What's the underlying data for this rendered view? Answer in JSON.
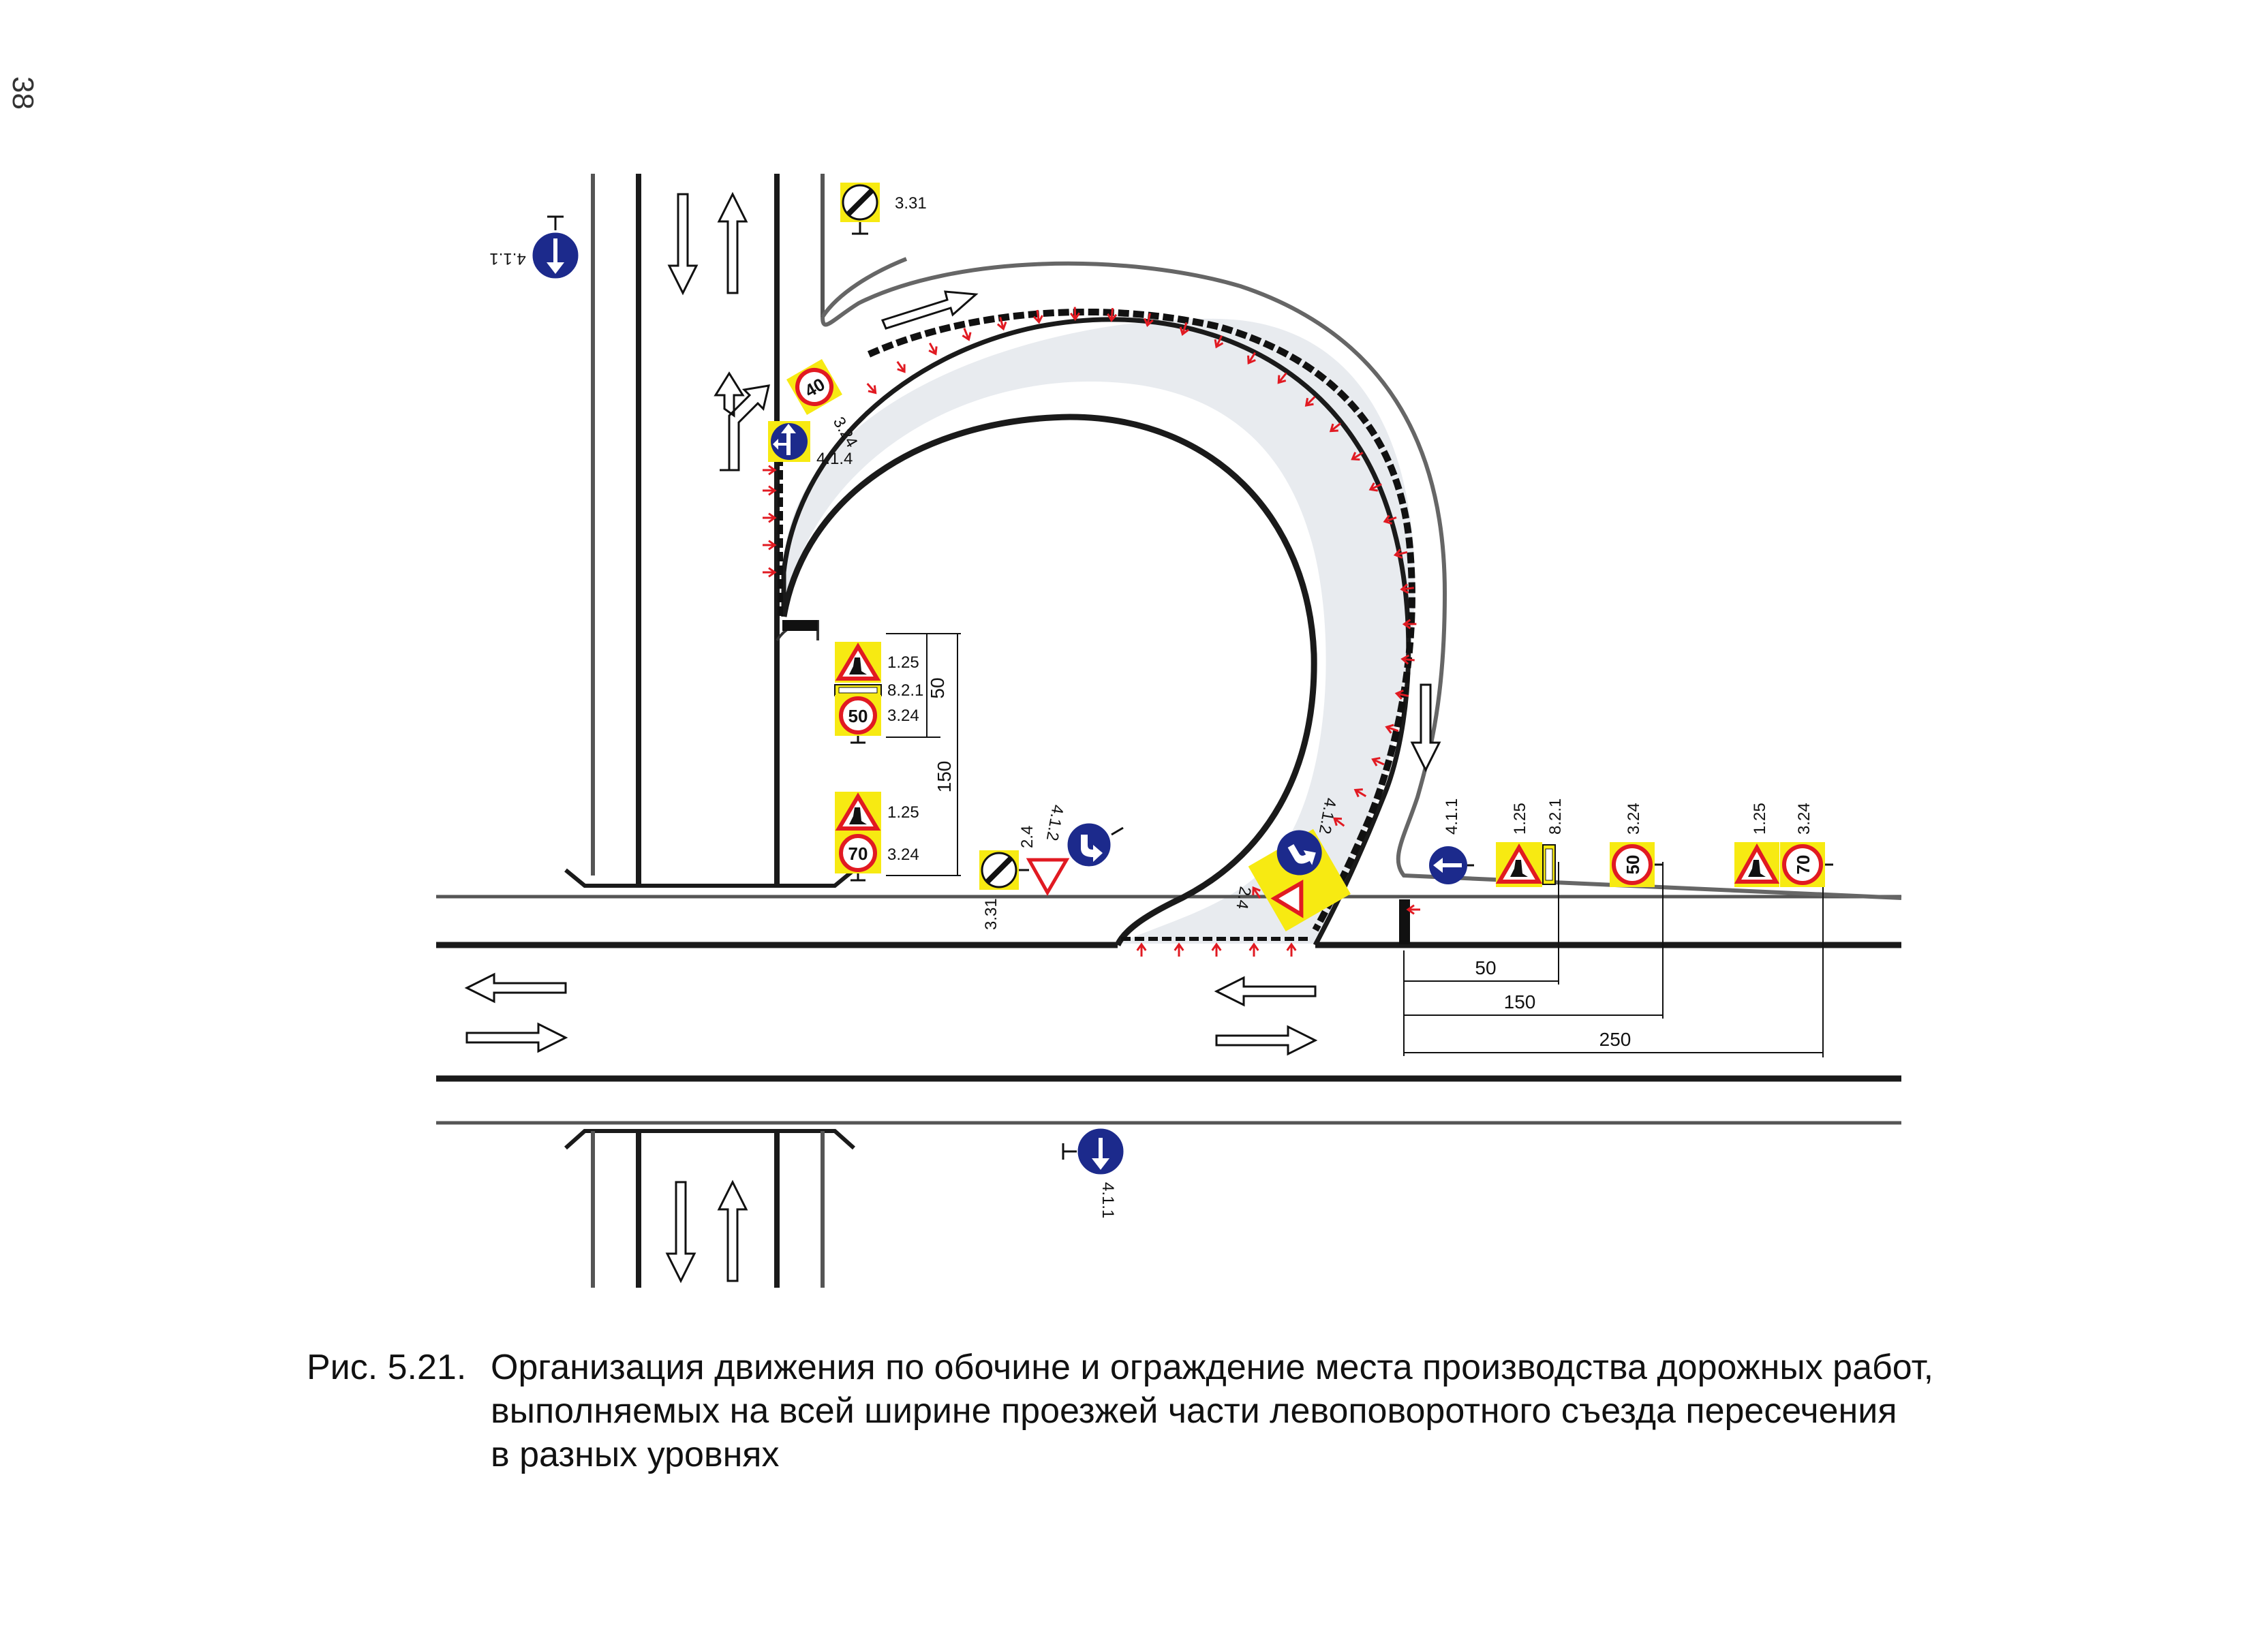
{
  "page_number": "38",
  "caption": {
    "number": "Рис. 5.21.",
    "line1": "Организация движения по обочине и ограждение места производства  дорожных работ,",
    "line2": "выполняемых на всей ширине проезжей части левоповоротного съезда пересечения",
    "line3": "в разных уровнях"
  },
  "signs": {
    "s_331_top": "3.31",
    "s_411_top": "4.1.1",
    "s_324_40": "3.24",
    "s_324_40_value": "40",
    "s_414": "4.1.4",
    "s_125_a": "1.25",
    "s_821_a": "8.2.1",
    "s_324_50": "3.24",
    "s_324_50_value": "50",
    "s_125_b": "1.25",
    "s_324_70": "3.24",
    "s_324_70_value": "70",
    "s_331_bottom": "3.31",
    "s_24_a": "2.4",
    "s_412_a": "4.1.2",
    "s_24_b": "2.4",
    "s_412_b": "4.1.2",
    "s_411_right": "4.1.1",
    "s_125_r1": "1.25",
    "s_821_r1": "8.2.1",
    "s_324_r2": "3.24",
    "s_324_r2_value": "50",
    "s_125_r3": "1.25",
    "s_324_r3": "3.24",
    "s_324_r3_value": "70",
    "s_411_bottom": "4.1.1"
  },
  "dimensions": {
    "v_50": "50",
    "v_150": "150",
    "h_50": "50",
    "h_150": "150",
    "h_250": "250"
  },
  "colors": {
    "road_line": "#1a1a1a",
    "work_zone_fill": "#e8ebef",
    "sign_yellow": "#f7ea12",
    "sign_blue": "#1c2a8c",
    "sign_red": "#e11a22",
    "barrier_red": "#e11a22"
  }
}
